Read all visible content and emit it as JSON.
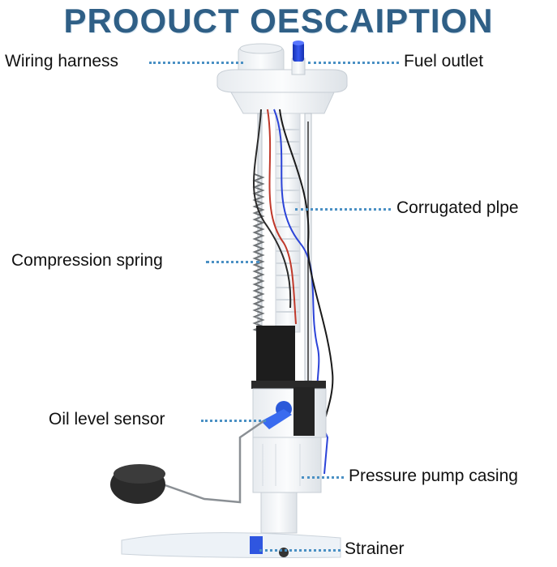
{
  "title": "PROOUCT OESCAIPTION",
  "colors": {
    "title": "#2f5f86",
    "leader": "#4a90c4",
    "blue_cap": "#1f3fd6",
    "plastic": "#f4f6f8",
    "float": "#2a2a2a"
  },
  "labels": {
    "wiring_harness": "Wiring harness",
    "fuel_outlet": "Fuel outlet",
    "corrugated_pipe": "Corrugated plpe",
    "compression_spring": "Compression spring",
    "oil_level_sensor": "Oil level sensor",
    "pressure_pump_casing": "Pressure pump casing",
    "strainer": "Strainer"
  }
}
